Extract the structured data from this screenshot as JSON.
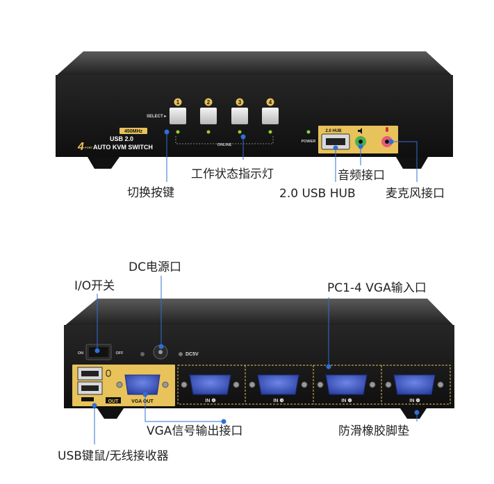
{
  "front": {
    "port_numbers": [
      "1",
      "2",
      "3",
      "4"
    ],
    "select_text": "SELECT ▸",
    "speed": "450MHz",
    "usb_version": "USB 2.0",
    "brand_digit": "4",
    "brand_port": "PORT",
    "brand_name": "AUTO KVM SWITCH",
    "online_text": "ONLINE",
    "power_text": "POWER",
    "hub_text": "2.0 HUB"
  },
  "back": {
    "on_text": "ON",
    "off_text": "OFF",
    "dc_text": "DC5V",
    "out_text": "OUT",
    "vga_out_text": "VGA OUT",
    "in_labels": [
      "IN ❹",
      "IN ❸",
      "IN ❷",
      "IN ❶"
    ]
  },
  "callouts": {
    "switch_buttons": "切换按键",
    "status_led": "工作状态指示灯",
    "audio_port": "音频接口",
    "usb_hub": "2.0 USB HUB",
    "mic_port": "麦克风接口",
    "dc_power": "DC电源口",
    "io_switch": "I/O开关",
    "vga_input": "PC1-4 VGA输入口",
    "vga_output": "VGA信号输出接口",
    "rubber_feet": "防滑橡胶脚垫",
    "usb_keyboard": "USB键鼠/无线接收器"
  },
  "colors": {
    "body": "#1b1b1b",
    "gold": "#e8c25a",
    "vga_blue": "#3a55c8",
    "callout_line": "#2f6fd6",
    "audio_green": "#4caf50",
    "mic_pink": "#e85a7a"
  }
}
